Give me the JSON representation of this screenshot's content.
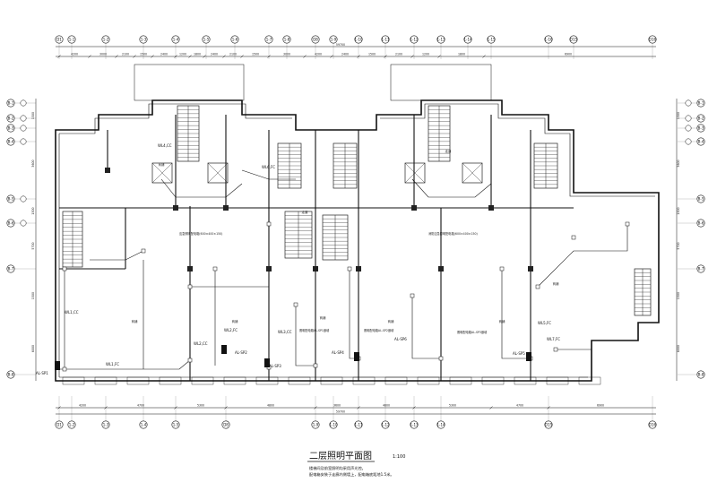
{
  "drawing": {
    "title": "二层照明平面图",
    "scale": "1:100",
    "notes": [
      "楼梯间及前室照明均采用声光控。",
      "配电箱安装于走廊内侧墙上，配电箱底距地1.5米。"
    ]
  },
  "overall_dimension": "59700",
  "axes_top": [
    "D1",
    "1-1",
    "1-2",
    "1-3",
    "1-4",
    "1-5",
    "1-6",
    "1-7",
    "1-8",
    "D8",
    "1-9",
    "1-10",
    "1-11",
    "1-12",
    "1-13",
    "1-14",
    "1-15",
    "1-16",
    "D15",
    "D16"
  ],
  "axes_bottom": [
    "D1",
    "1-2",
    "1-3",
    "1-4",
    "1-5",
    "D8",
    "1-9",
    "1-10",
    "1-11",
    "1-12",
    "1-13",
    "1-14",
    "D15",
    "D16"
  ],
  "axes_left": [
    "B-1",
    "B-2",
    "B-3",
    "B-4",
    "B-5",
    "B-6",
    "B-7",
    "B-8"
  ],
  "axes_right": [
    "B-1",
    "B-2",
    "B-3",
    "B-4",
    "B-5",
    "B-6",
    "B-7",
    "B-8"
  ],
  "dims_top": [
    "4200",
    "3000",
    "2100",
    "1500",
    "2400",
    "1200",
    "1800",
    "2400",
    "2100",
    "1500",
    "3000",
    "4200",
    "2400",
    "1500",
    "2100",
    "1200",
    "1800",
    "6900"
  ],
  "dims_bottom": [
    "4200",
    "4700",
    "5300",
    "4800",
    "3600",
    "4800",
    "5300",
    "4700",
    "6900"
  ],
  "dims_left": [
    "1500",
    "3600",
    "1500",
    "5700",
    "1500",
    "6000"
  ],
  "dims_right": [
    "1500",
    "3600",
    "1500",
    "5700",
    "1500",
    "6000"
  ],
  "rooms": [
    "商铺",
    "商铺",
    "商铺",
    "商铺",
    "商铺",
    "商铺",
    "商铺",
    "走道",
    "走道"
  ],
  "circuits": [
    "WL1,CC",
    "WL2,CC",
    "WL3,CC",
    "WL4,CC",
    "WL1,FC",
    "WL2,FC",
    "WL5,FC",
    "WL6,FC",
    "WL7,FC",
    "AL-SP1",
    "AL-SP2",
    "AL-SP3",
    "AL-SP4",
    "AL-SP5",
    "AL-SP6"
  ],
  "panel_notes": [
    "照明配电箱AL-SP1嵌墙",
    "照明配电箱AL-SP2嵌墙",
    "照明配电箱AL-SP3嵌墙"
  ],
  "equipment_notes": [
    "应急照明配电箱(600×400×150)",
    "消防应急照明配电箱(600×400×150)"
  ]
}
